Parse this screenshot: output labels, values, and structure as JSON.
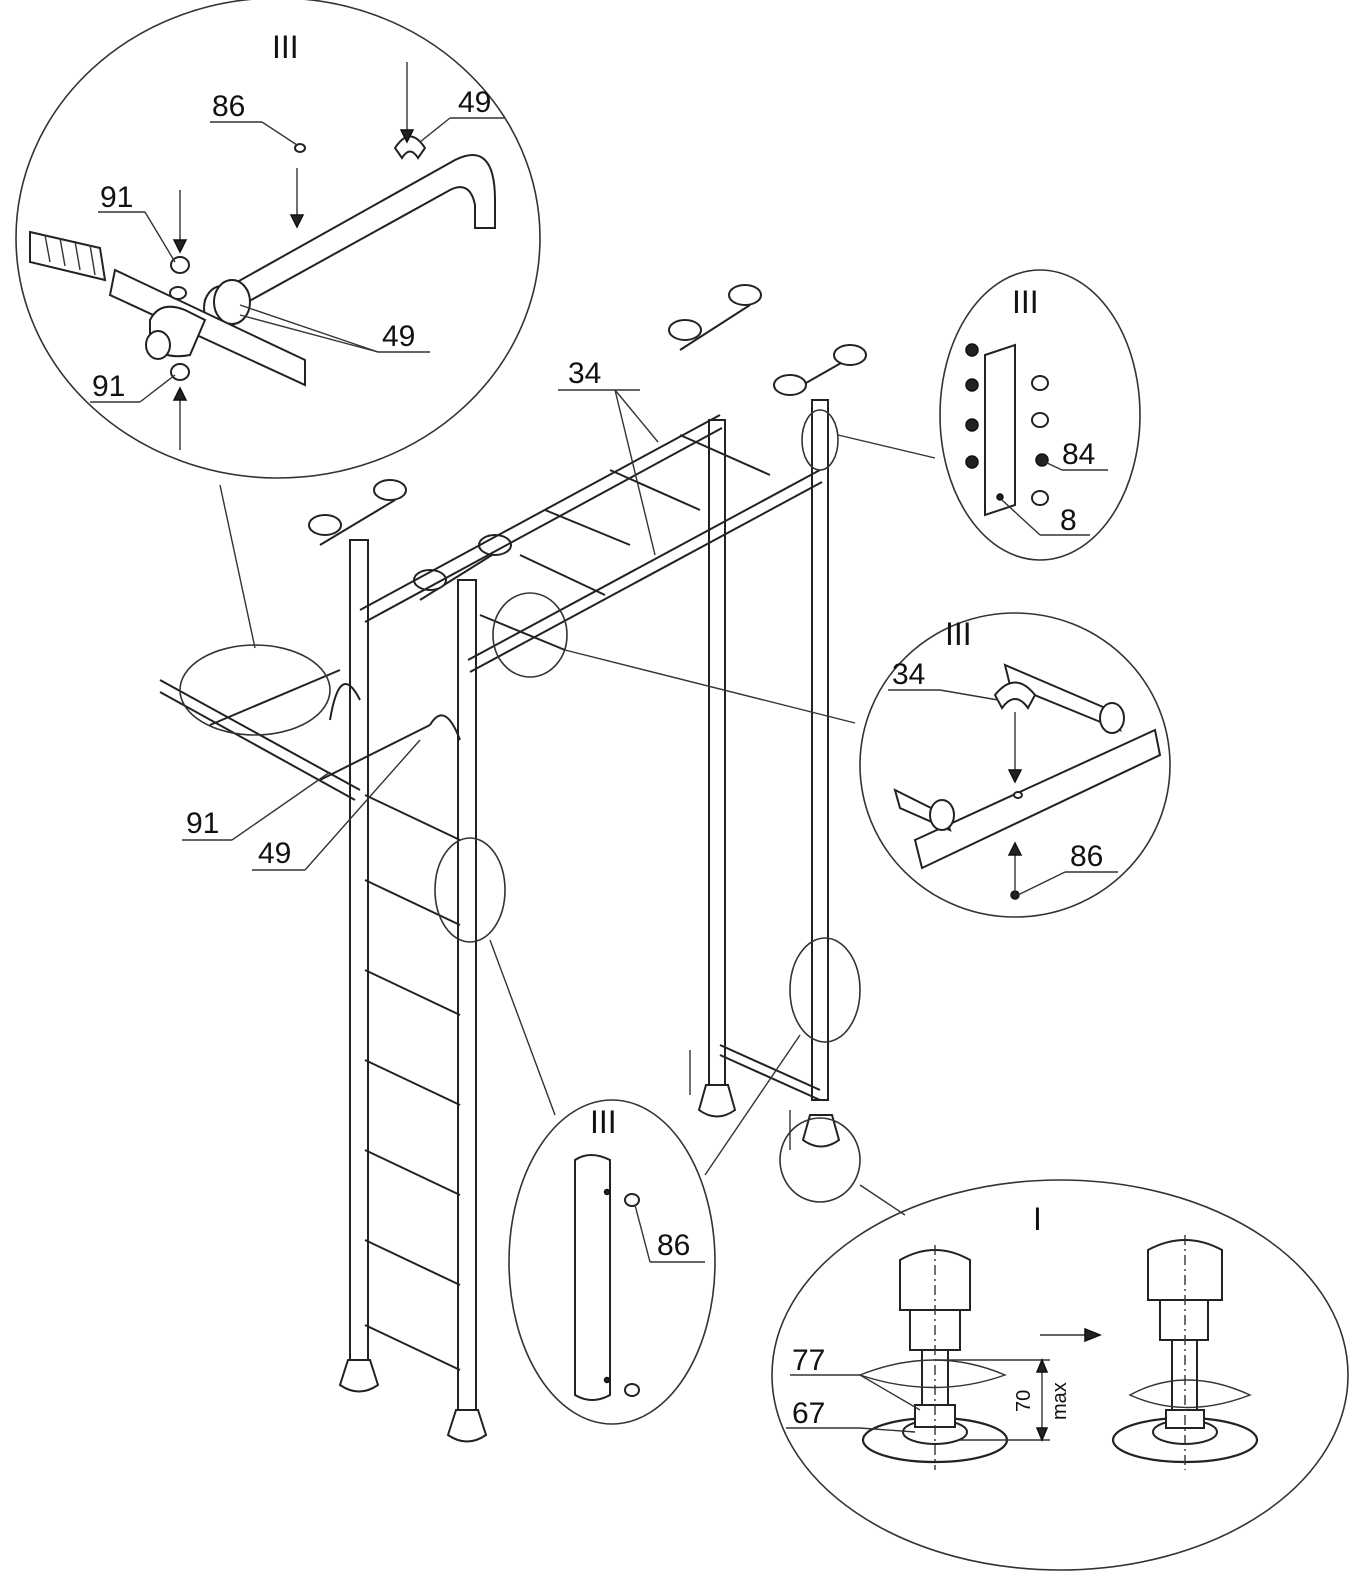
{
  "detail_views": {
    "top_left": {
      "roman": "III",
      "labels": [
        "86",
        "49",
        "91",
        "49",
        "91"
      ]
    },
    "right_top": {
      "roman": "III",
      "labels": [
        "84",
        "8"
      ]
    },
    "right_middle": {
      "roman": "III",
      "labels": [
        "34",
        "86"
      ]
    },
    "bottom_center": {
      "roman": "III",
      "labels": [
        "86"
      ]
    },
    "bottom_right": {
      "roman": "I",
      "labels": [
        "77",
        "67"
      ],
      "dimension_value": "70",
      "dimension_unit": "max"
    }
  },
  "main_view": {
    "labels": [
      "34",
      "91",
      "49"
    ]
  },
  "colors": {
    "line": "#222222",
    "background": "#ffffff"
  }
}
